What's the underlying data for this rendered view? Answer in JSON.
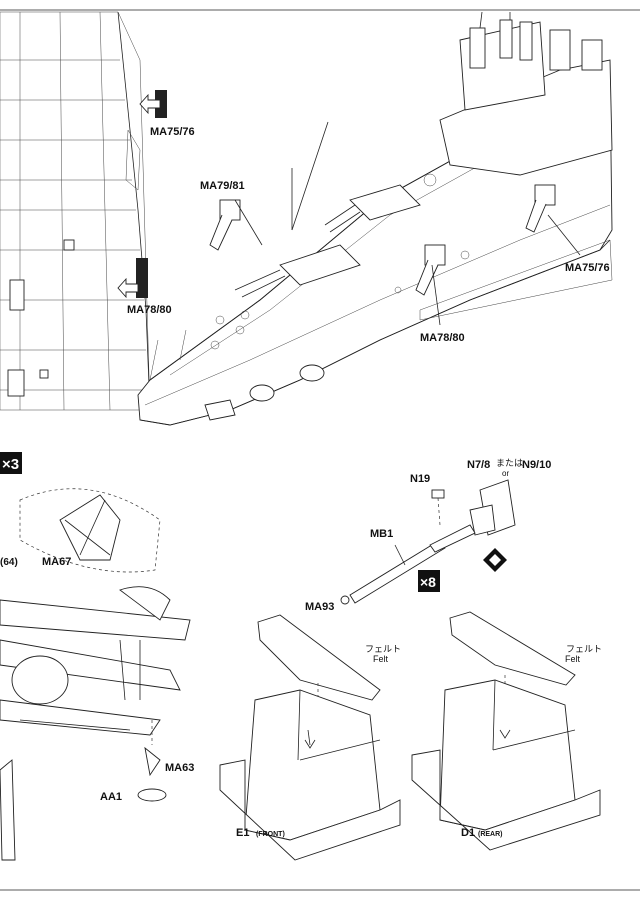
{
  "labels": {
    "ma75_76_top": "MA75/76",
    "ma79_81": "MA79/81",
    "ma78_80_left": "MA78/80",
    "ma75_76_right": "MA75/76",
    "ma78_80_mid": "MA78/80",
    "times3": "×3",
    "ma67": "MA67",
    "sixty_four": "(64)",
    "n19": "N19",
    "n7_8_or": "N7/8",
    "mataha": "または",
    "or_small": "or",
    "n9_10": "N9/10",
    "mb1": "MB1",
    "times8": "×8",
    "ma93": "MA93",
    "ma63": "MA63",
    "aa1": "AA1",
    "felt_jp_1": "フェルト",
    "felt_en_1": "Felt",
    "felt_jp_2": "フェルト",
    "felt_en_2": "Felt",
    "e1": "E1",
    "e1_sub": "(FRONT)",
    "d1": "D1",
    "d1_sub": "(REAR)"
  }
}
